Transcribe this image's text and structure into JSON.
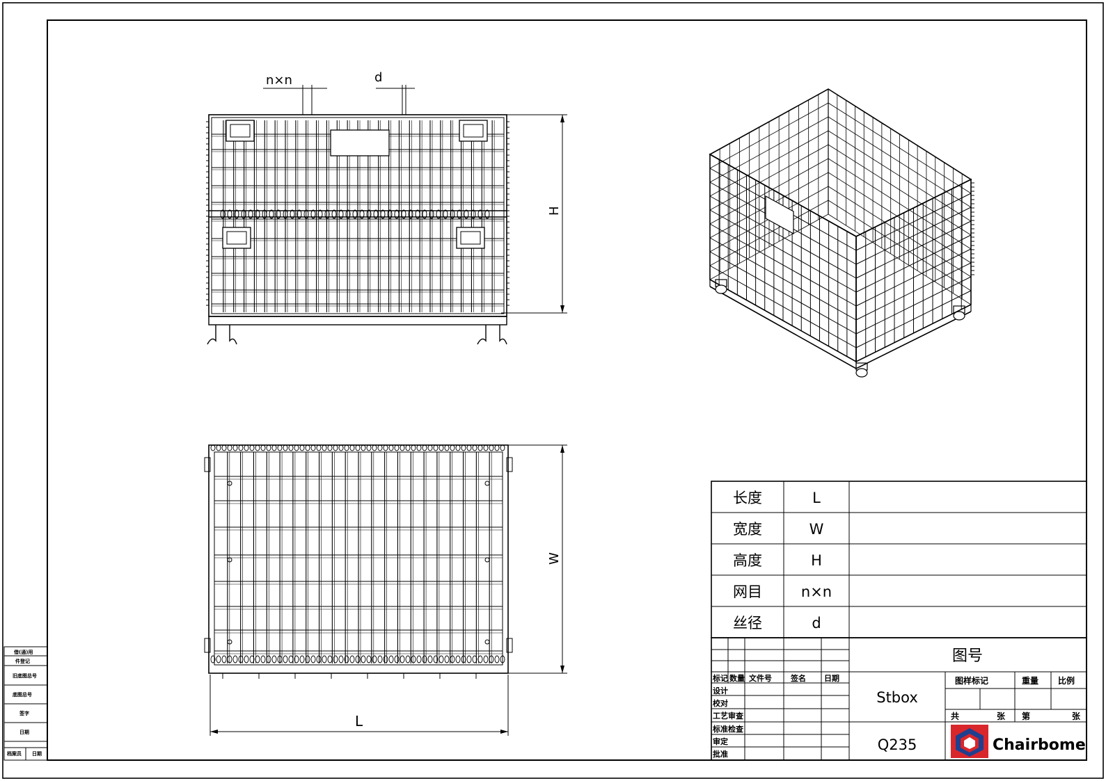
{
  "dimension_labels": {
    "mesh": "n×n",
    "wire_diameter": "d",
    "height": "H",
    "width": "W",
    "length": "L"
  },
  "spec_table": [
    {
      "label": "长度",
      "value": "L"
    },
    {
      "label": "宽度",
      "value": "W"
    },
    {
      "label": "高度",
      "value": "H"
    },
    {
      "label": "网目",
      "value": "n×n"
    },
    {
      "label": "丝径",
      "value": "d"
    }
  ],
  "title_block": {
    "drawing_no_label": "图号",
    "revision_headers": [
      "标记",
      "数量",
      "文件号",
      "签名",
      "日期"
    ],
    "approval_rows": [
      "设计",
      "校对",
      "工艺审查",
      "标准检查",
      "审定",
      "批准"
    ],
    "name": "Stbox",
    "material": "Q235",
    "stage_mark_label": "图样标记",
    "weight_label": "重量",
    "scale_label": "比例",
    "total_label": "共",
    "sheets_label": "张",
    "sheet_no_label": "第",
    "sheet_label": "张",
    "logo_text": "Chairbome"
  },
  "side_block": {
    "rows": [
      "借(通)用",
      "件登记",
      "旧底图总号",
      "底图总号",
      "签字",
      "日期"
    ],
    "bottom": [
      "档案员",
      "日期"
    ]
  },
  "colors": {
    "line": "#000000",
    "logo_red": "#d9262b",
    "logo_blue": "#1f3f8f"
  }
}
